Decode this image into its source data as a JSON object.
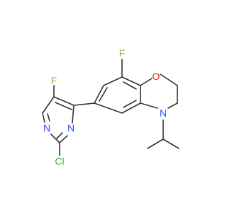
{
  "colors": {
    "bond": "#333333",
    "background": "#ffffff",
    "F": "#8fbf3f",
    "Cl": "#3fae3f",
    "N": "#3050f8",
    "O": "#e02020"
  },
  "atoms": {
    "f_pyrimidine": "F",
    "f_benzo": "F",
    "o_ring": "O",
    "n_amine": "N",
    "n_pyr_3": "N",
    "n_pyr_1": "N",
    "cl": "Cl"
  }
}
